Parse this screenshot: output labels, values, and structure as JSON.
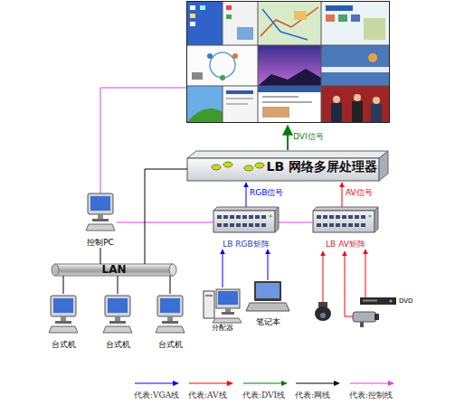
{
  "diagram": {
    "nodes": [
      {
        "text": [
          "LB 网络多屏处理器"
        ]
      },
      {
        "text": [
          "控制PC"
        ]
      },
      {
        "text": [
          "LB RGB矩阵"
        ]
      },
      {
        "text": [
          "LB AV矩阵"
        ]
      },
      {
        "text": [
          "LAN"
        ]
      },
      {
        "text": [
          "分配器"
        ]
      },
      {
        "text": [
          "笔记本"
        ]
      },
      {
        "text": [
          "DVD"
        ]
      },
      {
        "text": [
          "台式机"
        ]
      },
      {
        "text": [
          "台式机"
        ]
      },
      {
        "text": [
          "台式机"
        ]
      }
    ],
    "edges": [
      {
        "from": 2,
        "to": 0,
        "arrow": "to",
        "label": "RGB信号"
      },
      {
        "from": 3,
        "to": 0,
        "arrow": "to",
        "label": "AV信号"
      },
      {
        "from": 1,
        "to": 2,
        "arrow": "none"
      },
      {
        "from": 2,
        "to": 3,
        "arrow": "none"
      },
      {
        "from": 1,
        "to": 4,
        "arrow": "none"
      },
      {
        "from": 4,
        "to": 0,
        "arrow": "none"
      },
      {
        "from": 4,
        "to": 8,
        "arrow": "none"
      },
      {
        "from": 4,
        "to": 9,
        "arrow": "none"
      },
      {
        "from": 4,
        "to": 10,
        "arrow": "none"
      },
      {
        "from": 5,
        "to": 2,
        "arrow": "to"
      },
      {
        "from": 6,
        "to": 2,
        "arrow": "to"
      },
      {
        "from": 7,
        "to": 3,
        "arrow": "to"
      }
    ],
    "labels": [
      "DVI信号"
    ],
    "legend": [
      {
        "text": "代表:VGA线",
        "color": "#0000ff"
      },
      {
        "text": "代表:AV线",
        "color": "#ff0000"
      },
      {
        "text": "代表:DVI线",
        "color": "#008000"
      },
      {
        "text": "代表:网线",
        "color": "#000000"
      },
      {
        "text": "代表:控制线",
        "color": "#e040e0"
      }
    ]
  }
}
